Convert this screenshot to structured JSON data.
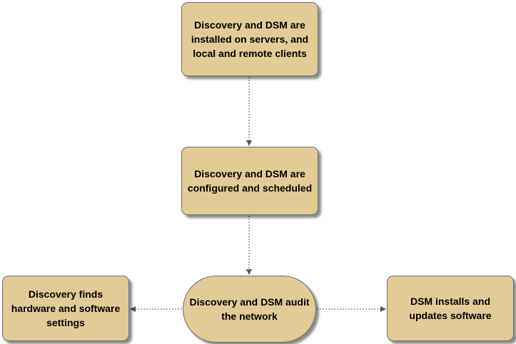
{
  "nodes": [
    {
      "id": "installed",
      "label": "Discovery and DSM are\ninstalled on servers, and\nlocal and remote clients"
    },
    {
      "id": "configured",
      "label": "Discovery and DSM are\nconfigured and scheduled"
    },
    {
      "id": "audit",
      "label": "Discovery and DSM audit\nthe network"
    },
    {
      "id": "finds",
      "label": "Discovery finds\nhardware and software\nsettings"
    },
    {
      "id": "installs",
      "label": "DSM installs and\nupdates software"
    }
  ],
  "edges": [
    {
      "from": "installed",
      "to": "configured",
      "style": "dashed"
    },
    {
      "from": "configured",
      "to": "audit",
      "style": "dashed"
    },
    {
      "from": "audit",
      "to": "finds",
      "style": "dashed"
    },
    {
      "from": "audit",
      "to": "installs",
      "style": "dashed"
    }
  ],
  "colors": {
    "node_fill": "#e0cc94",
    "node_border": "#6e6e6e",
    "edge": "#555555"
  }
}
